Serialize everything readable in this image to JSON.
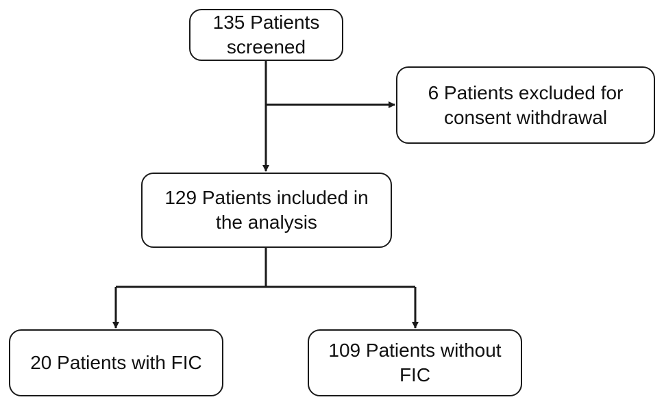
{
  "diagram": {
    "nodes": {
      "screened": {
        "line1": "135 Patients",
        "line2": "screened"
      },
      "excluded": {
        "line1": "6 Patients excluded for",
        "line2": "consent withdrawal"
      },
      "included": {
        "line1": "129 Patients included in",
        "line2": "the analysis"
      },
      "with_fic": {
        "line1": "20 Patients with FIC"
      },
      "without_fic": {
        "line1": "109 Patients without",
        "line2": "FIC"
      }
    },
    "colors": {
      "stroke": "#1a1a1a",
      "text": "#111111",
      "background": "#ffffff"
    }
  }
}
